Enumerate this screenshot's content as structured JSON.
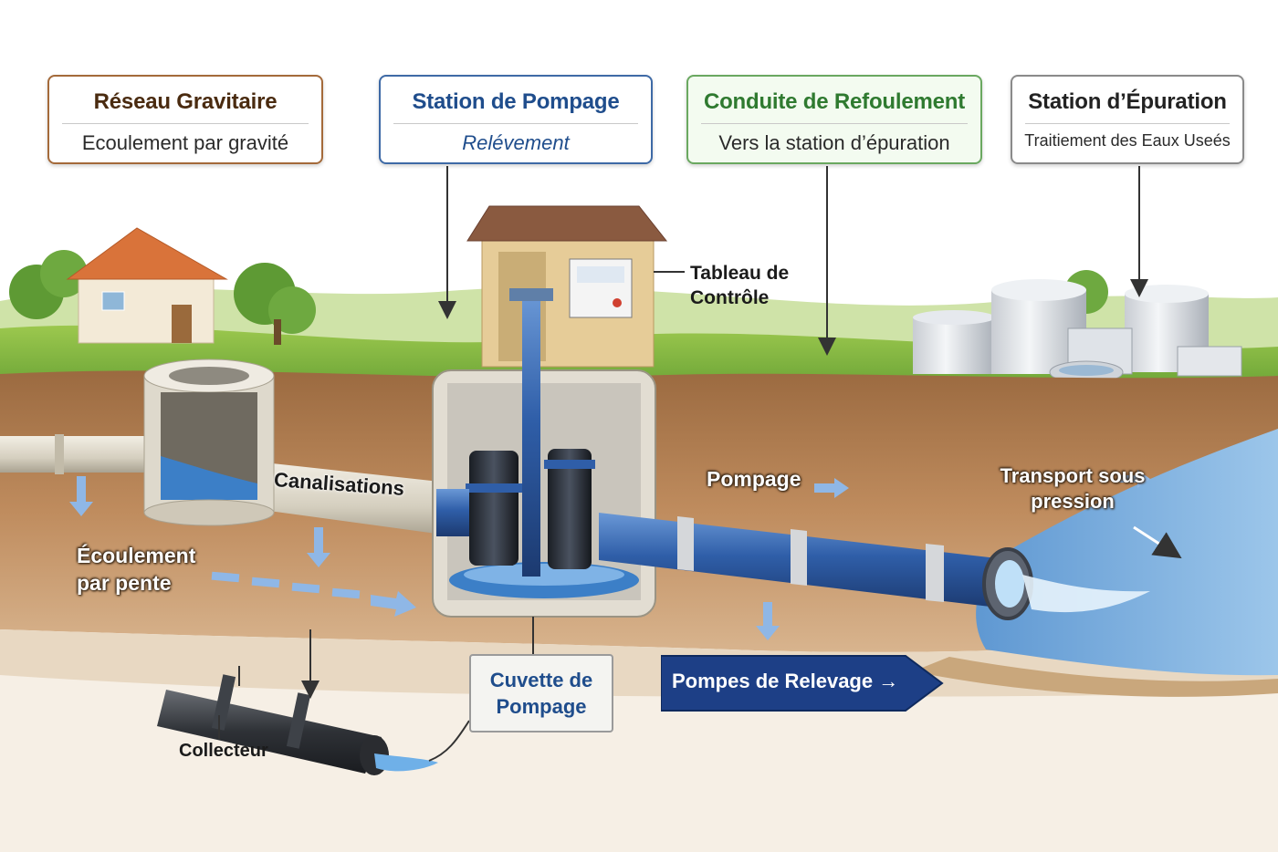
{
  "headers": {
    "reseau": {
      "title": "Réseau Gravitaire",
      "subtitle": "Ecoulement par gravité"
    },
    "station": {
      "title": "Station de Pompage",
      "subtitle": "Relévement"
    },
    "conduite": {
      "title": "Conduite de Refoulement",
      "subtitle": "Vers la station d’épuration"
    },
    "epuration": {
      "title": "Station d’Épuration",
      "subtitle": "Traitiement des Eaux Useés"
    }
  },
  "labels": {
    "tableau": "Tableau de Contrôle",
    "canalisations": "Canalisations",
    "ecoulement": "Écoulement par pente",
    "pompage": "Pompage",
    "transport": "Transport sous pression",
    "cuvette": "Cuvette de Pompage",
    "relevage": "Pompes de Relevage",
    "collecteur": "Collecteur"
  },
  "colors": {
    "sky": "#ffffff",
    "grass": "#6fa83a",
    "soil": "#b07a4e",
    "water": "#2e74c0",
    "pipe_blue": "#2f5ea8",
    "pipe_grey": "#d9d4c7",
    "relevage_arrow": "#1d3f86"
  }
}
